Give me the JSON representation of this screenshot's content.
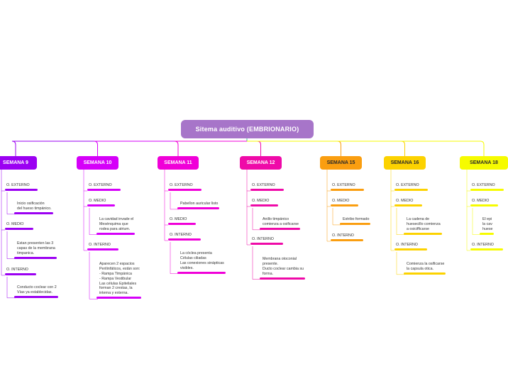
{
  "root": {
    "title": "Sitema auditivo (EMBRIONARIO)"
  },
  "branches": [
    {
      "label": "SEMANA 9",
      "color": "#9b00f2",
      "text_dark": false,
      "nodes": [
        {
          "text": "O. EXTERNO",
          "children": [
            {
              "text": "Inicio osificación\ndel hueso timpánico."
            }
          ]
        },
        {
          "text": "O. MEDIO",
          "children": [
            {
              "text": "Estan presenten las 3\ncapas de la membrana\ntimpanica."
            }
          ]
        },
        {
          "text": "O. INTERNO",
          "children": [
            {
              "text": "Conducto coclear con 2\nVías ya establecidas."
            }
          ]
        }
      ]
    },
    {
      "label": "SEMANA 10",
      "color": "#d500f9",
      "text_dark": false,
      "nodes": [
        {
          "text": "O. EXTERNO",
          "children": []
        },
        {
          "text": "O. MEDIO",
          "children": [
            {
              "text": "La cavidad invade el\nMesénquima que\nrodea para atrium."
            }
          ]
        },
        {
          "text": "O. INTERNO",
          "children": [
            {
              "text": "Aparecen 2 espacios\nPerilinfáticos, están son:\n- Rampa Timpánica\n- Rampa Vestibular\nLas células Epiteliales\nforman 2 crestas, la\ninterna y externa."
            }
          ]
        }
      ]
    },
    {
      "label": "SEMANA 11",
      "color": "#f000d8",
      "text_dark": false,
      "nodes": [
        {
          "text": "O. EXTERNO",
          "children": [
            {
              "text": "Pabellon auricular listo"
            }
          ]
        },
        {
          "text": "O. MEDIO",
          "children": []
        },
        {
          "text": "O. INTERNO",
          "children": [
            {
              "text": "La cóclea presenta\nCélulas ciliadas\nLas conexiones sinápticas\nvisibles."
            }
          ]
        }
      ]
    },
    {
      "label": "SEMANA 12",
      "color": "#ef0aa8",
      "text_dark": false,
      "nodes": [
        {
          "text": "O. EXTERNO",
          "children": []
        },
        {
          "text": "O. MEDIO",
          "children": [
            {
              "text": "Anillo timpánico\ncomienza a osificarse"
            }
          ]
        },
        {
          "text": "O. INTERNO",
          "children": [
            {
              "text": "Membrana otoconial\npresente.\nDucto coclear cambia su\nforma."
            }
          ]
        }
      ]
    },
    {
      "label": "SEMANA 15",
      "color": "#fa9e10",
      "text_dark": true,
      "nodes": [
        {
          "text": "O. EXTERNO",
          "children": []
        },
        {
          "text": "O. MEDIO",
          "children": [
            {
              "text": "Estribo formado"
            }
          ]
        },
        {
          "text": "O. INTERNO",
          "children": []
        }
      ]
    },
    {
      "label": "SEMANA 16",
      "color": "#fcd200",
      "text_dark": true,
      "nodes": [
        {
          "text": "O. EXTERNO",
          "children": []
        },
        {
          "text": "O. MEDIO",
          "children": [
            {
              "text": "La cadena de\nhuesecillo comienza\na osicifficarse"
            }
          ]
        },
        {
          "text": "O. INTERNO",
          "children": [
            {
              "text": "Comienza la osificarse\nla capsula otica."
            }
          ]
        }
      ]
    },
    {
      "label": "SEMANA 18",
      "color": "#f6fb00",
      "text_dark": true,
      "nodes": [
        {
          "text": "O. EXTERNO",
          "children": []
        },
        {
          "text": "O. MEDIO",
          "children": [
            {
              "text": "El epi\nla cav\nhuese"
            }
          ]
        },
        {
          "text": "O. INTERNO",
          "children": []
        }
      ]
    }
  ]
}
